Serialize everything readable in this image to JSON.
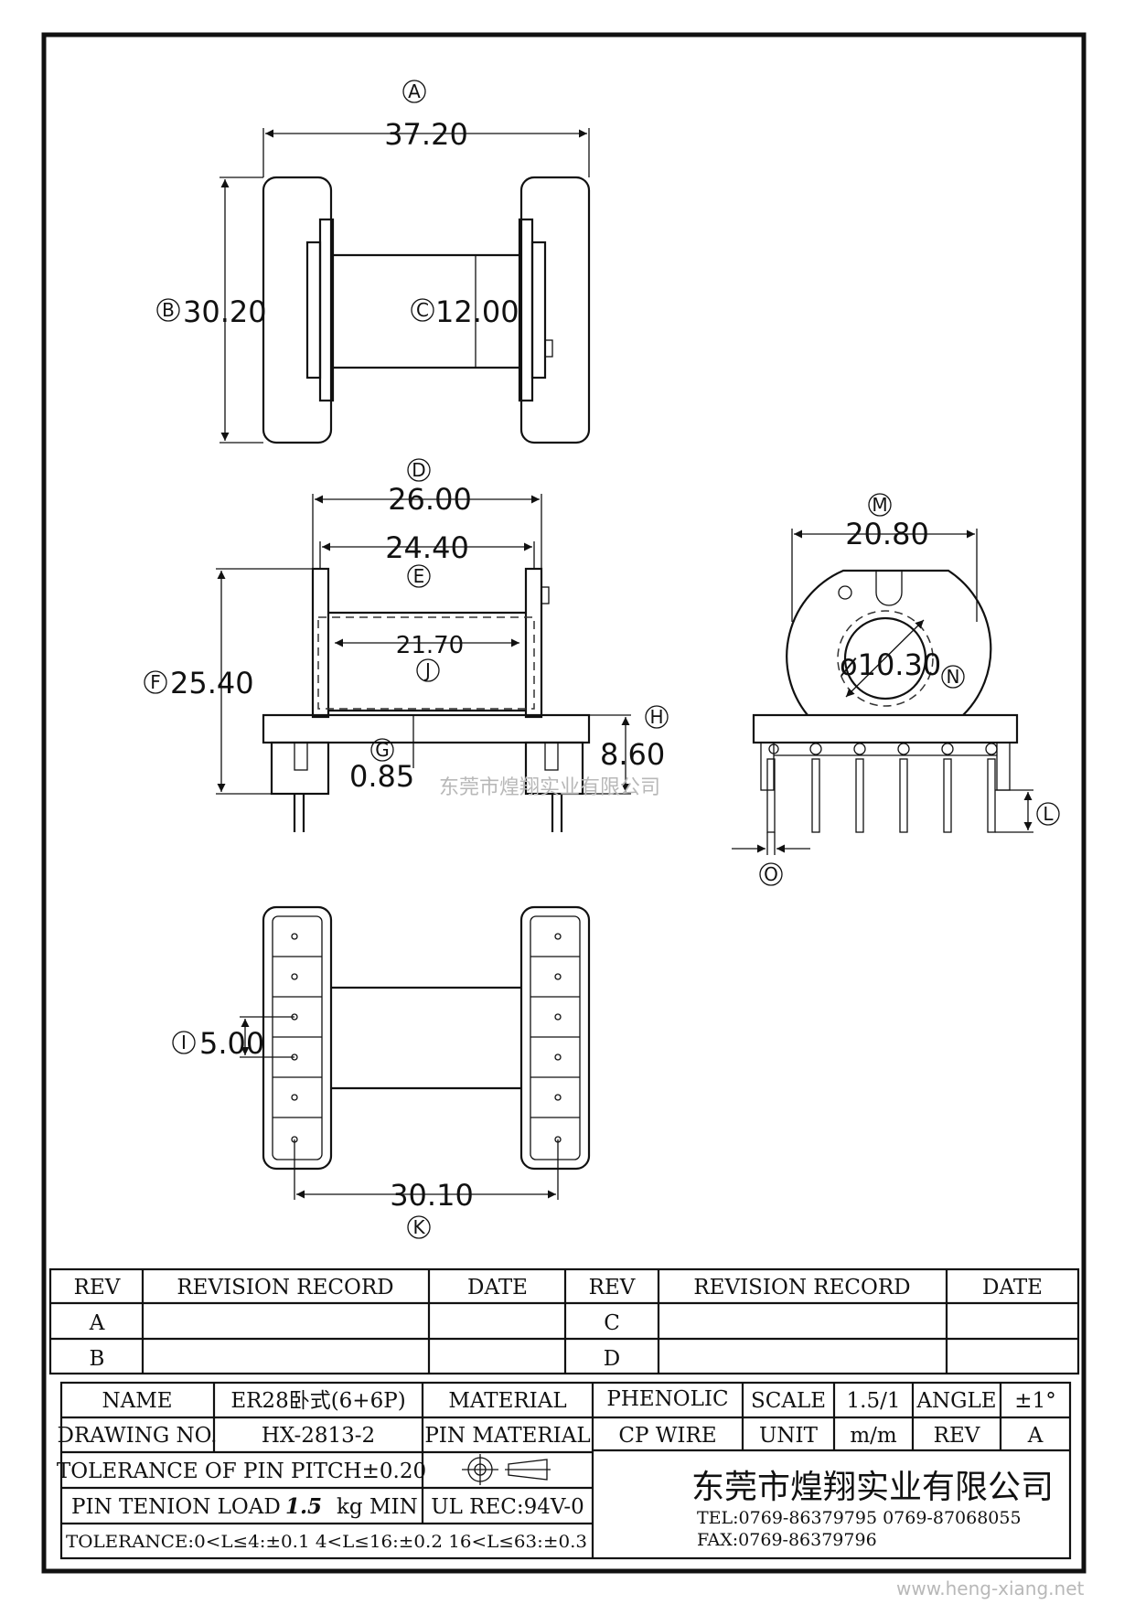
{
  "dimensions": {
    "A": {
      "marker": "A",
      "value": "37.20"
    },
    "B": {
      "marker": "B",
      "value": "30.20"
    },
    "C": {
      "marker": "C",
      "value": "12.00"
    },
    "D": {
      "marker": "D",
      "value": "26.00"
    },
    "E": {
      "marker": "E",
      "value": "24.40"
    },
    "F": {
      "marker": "F",
      "value": "25.40"
    },
    "G": {
      "marker": "G",
      "value": "0.85"
    },
    "H": {
      "marker": "H",
      "value": "8.60"
    },
    "I": {
      "marker": "I",
      "value": "5.00"
    },
    "J": {
      "marker": "J",
      "value": "21.70"
    },
    "K": {
      "marker": "K",
      "value": "30.10"
    },
    "L": {
      "marker": "L"
    },
    "M": {
      "marker": "M",
      "value": "20.80"
    },
    "N": {
      "marker": "N",
      "value": "ø10.30"
    },
    "O": {
      "marker": "O"
    }
  },
  "watermark_company": "东莞市煌翔实业有限公司",
  "site_watermark": "www.heng-xiang.net",
  "revision_table": {
    "headers": {
      "rev": "REV",
      "record": "REVISION RECORD",
      "date": "DATE"
    },
    "left_revs": [
      "A",
      "B"
    ],
    "right_revs": [
      "C",
      "D"
    ]
  },
  "title_block": {
    "name_label": "NAME",
    "name_value": "ER28卧式(6+6P)",
    "material_label": "MATERIAL",
    "material_value": "PHENOLIC",
    "scale_label": "SCALE",
    "scale_value": "1.5/1",
    "angle_label": "ANGLE",
    "angle_value": "±1°",
    "drawing_no_label": "DRAWING NO.",
    "drawing_no_value": "HX-2813-2",
    "pin_material_label": "PIN MATERIAL",
    "pin_material_value": "CP WIRE",
    "unit_label": "UNIT",
    "unit_value": "m/m",
    "rev_label": "REV",
    "rev_value": "A",
    "pin_pitch_tolerance": "TOLERANCE OF PIN PITCH±0.20",
    "pin_tension_label": "PIN TENION LOAD",
    "pin_tension_value": "1.5",
    "pin_tension_unit": "kg MIN",
    "ul_rec": "UL REC:94V-0",
    "tolerance": "TOLERANCE:0<L≤4:±0.1  4<L≤16:±0.2  16<L≤63:±0.3",
    "company": "东莞市煌翔实业有限公司",
    "tel": "TEL:0769-86379795   0769-87068055",
    "fax": "FAX:0769-86379796"
  }
}
